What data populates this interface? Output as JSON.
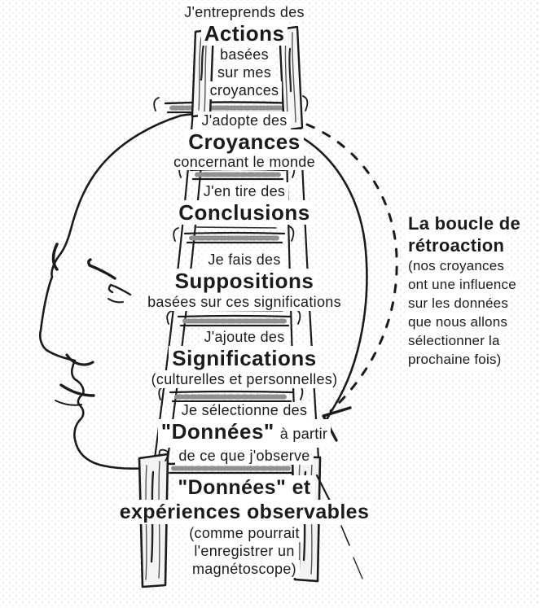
{
  "background_color": "#ffffff",
  "ink_color": "#1b1b1b",
  "ladder": {
    "levels": [
      {
        "intro": "J'entreprends des",
        "title": "Actions",
        "sub_lines": [
          "basées",
          "sur mes",
          "croyances"
        ]
      },
      {
        "intro": "J'adopte des",
        "title": "Croyances",
        "sub_lines": [
          "concernant le monde"
        ]
      },
      {
        "intro": "J'en tire des",
        "title": "Conclusions",
        "sub_lines": []
      },
      {
        "intro": "Je fais des",
        "title": "Suppositions",
        "sub_lines": [
          "basées sur ces significations"
        ]
      },
      {
        "intro": "J'ajoute des",
        "title": "Significations",
        "sub_lines": [
          "(culturelles et personnelles)"
        ]
      },
      {
        "intro": "Je sélectionne des",
        "title": "\"Données\"",
        "title_suffix": "à partir",
        "sub_lines": [
          "de ce que j'observe"
        ]
      }
    ],
    "base": {
      "title_line1": "\"Données\" et",
      "title_line2": "expériences observables",
      "sub_lines": [
        "(comme pourrait",
        "l'enregistrer un",
        "magnétoscope)"
      ]
    }
  },
  "feedback_loop": {
    "title_line1": "La boucle de",
    "title_line2": "rétroaction",
    "body_lines": [
      "(nos croyances",
      "ont une influence",
      "sur les données",
      "que nous allons",
      "sélectionner la",
      "prochaine fois)"
    ]
  }
}
